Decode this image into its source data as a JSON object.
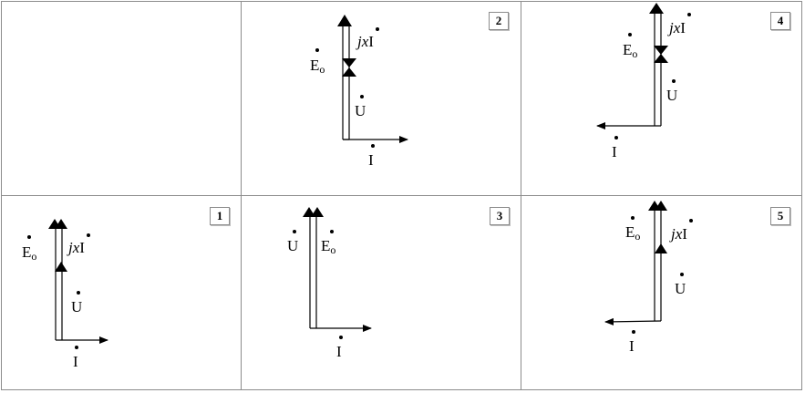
{
  "labels": {
    "current": "İ",
    "voltage": "U",
    "emf": "E",
    "emf_sub": "o",
    "reactive_j": "j",
    "reactive_x": "x",
    "reactive_i": "I"
  },
  "panels": [
    {
      "id": "empty",
      "number": ""
    },
    {
      "id": "p2",
      "number": "2"
    },
    {
      "id": "p4",
      "number": "4"
    },
    {
      "id": "p1",
      "number": "1"
    },
    {
      "id": "p3",
      "number": "3"
    },
    {
      "id": "p5",
      "number": "5"
    }
  ],
  "colors": {
    "ink": "#000000",
    "border": "#8c8c8c"
  }
}
